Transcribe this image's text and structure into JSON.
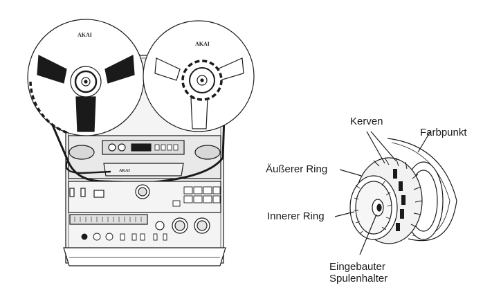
{
  "deck": {
    "left_reel_brand": "AKAI",
    "right_reel_brand": "AKAI",
    "head_block_brand": "AKAI"
  },
  "callouts": {
    "kerven": "Kerven",
    "farbpunkt": "Farbpunkt",
    "ausserer_ring": "Äußerer Ring",
    "innerer_ring": "Innerer Ring",
    "eingebauter_line1": "Eingebauter",
    "eingebauter_line2": "Spulenhalter"
  },
  "colors": {
    "ink": "#1a1a1a",
    "paper": "#ffffff",
    "panel": "#e9e9e9",
    "panel_dark": "#c8c8c8"
  }
}
